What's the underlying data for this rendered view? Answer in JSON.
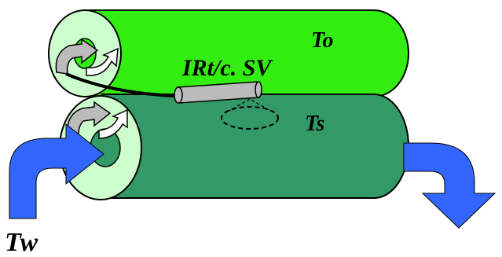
{
  "labels": {
    "to": "To",
    "sensor": "IRt/c. SV",
    "ts": "Ts",
    "tw": "Tw"
  },
  "colors": {
    "top_roller": "#33ee11",
    "bottom_roller": "#339966",
    "roller_end": "#ccffcc",
    "inner_hole_top": "#33ee11",
    "inner_hole_bottom": "#339966",
    "flow_arrow": "#3366ff",
    "sensor_body": "#bbbbbb",
    "outline": "#000000"
  },
  "icons": {
    "top_rotation": "curved-arrow-icon",
    "bottom_rotation": "curved-arrow-icon",
    "water_in": "flow-in-arrow-icon",
    "water_out": "flow-out-arrow-icon"
  }
}
